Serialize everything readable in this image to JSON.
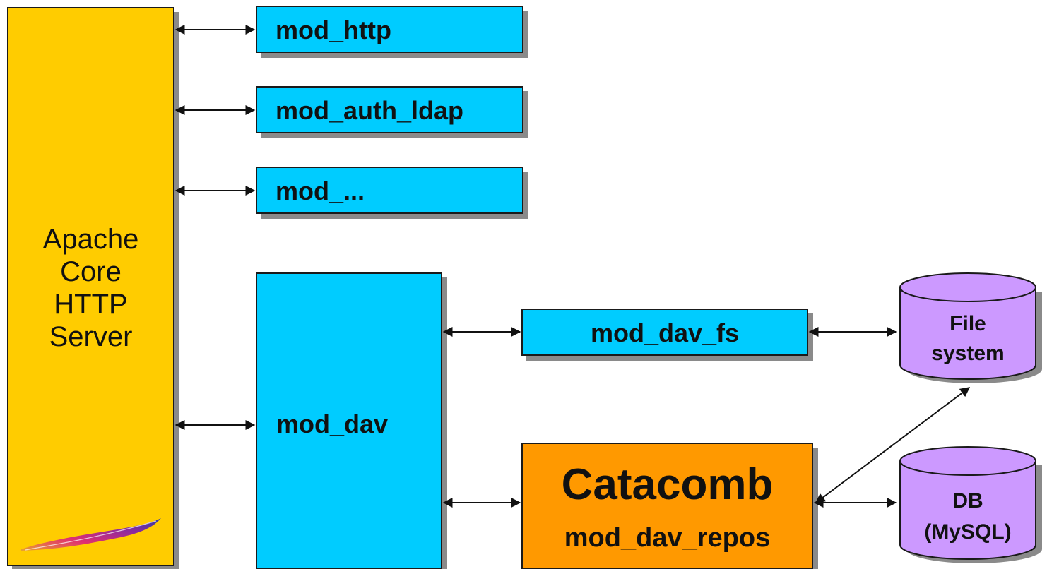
{
  "core": {
    "lines": [
      "Apache",
      "Core",
      "HTTP",
      "Server"
    ],
    "logo": "apache-feather-icon"
  },
  "modules": {
    "mod_http": "mod_http",
    "mod_auth_ldap": "mod_auth_ldap",
    "mod_more": "mod_...",
    "mod_dav": "mod_dav",
    "mod_dav_fs": "mod_dav_fs"
  },
  "catacomb": {
    "title": "Catacomb",
    "subtitle": "mod_dav_repos"
  },
  "stores": {
    "filesystem": [
      "File",
      "system"
    ],
    "db": [
      "DB",
      "(MySQL)"
    ]
  },
  "colors": {
    "core": "#ffcc00",
    "module": "#00ccff",
    "catacomb": "#ff9900",
    "storage": "#cc99ff",
    "shadow": "#8a8a8a"
  }
}
